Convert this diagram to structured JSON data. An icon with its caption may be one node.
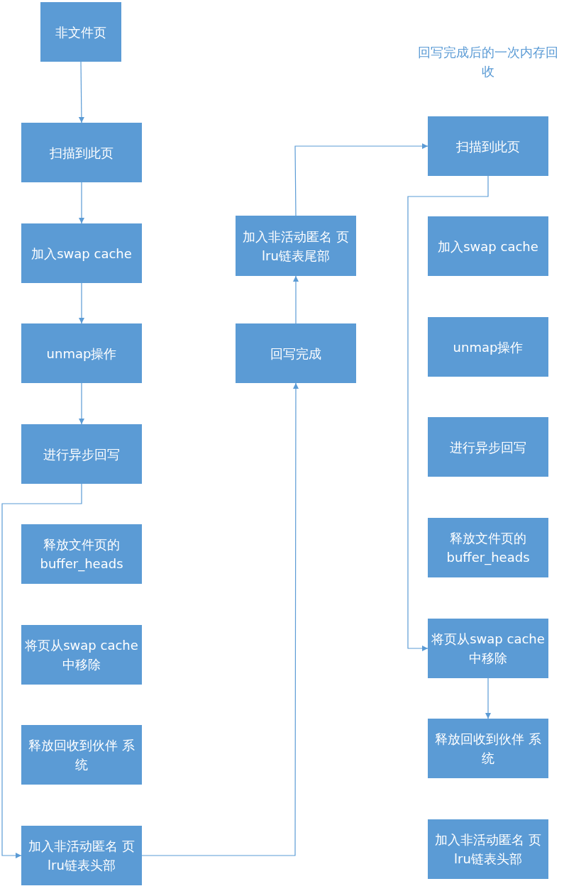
{
  "diagram": {
    "nodes": [
      {
        "text": [
          "非文件页"
        ]
      },
      {
        "text": [
          "扫描到此页"
        ]
      },
      {
        "text": [
          "加入swap cache"
        ]
      },
      {
        "text": [
          "unmap操作"
        ]
      },
      {
        "text": [
          "进行异步回写"
        ]
      },
      {
        "text": [
          "释放文件页的 buffer_heads"
        ]
      },
      {
        "text": [
          "将页从swap cache 中移除"
        ]
      },
      {
        "text": [
          "释放回收到伙伴 系统"
        ]
      },
      {
        "text": [
          "加入非活动匿名 页lru链表头部"
        ]
      },
      {
        "text": [
          "回写完成"
        ]
      },
      {
        "text": [
          "加入非活动匿名 页lru链表尾部"
        ]
      },
      {
        "text": [
          "扫描到此页"
        ]
      },
      {
        "text": [
          "加入swap cache"
        ]
      },
      {
        "text": [
          "unmap操作"
        ]
      },
      {
        "text": [
          "进行异步回写"
        ]
      },
      {
        "text": [
          "释放文件页的 buffer_heads"
        ]
      },
      {
        "text": [
          "将页从swap cache 中移除"
        ]
      },
      {
        "text": [
          "释放回收到伙伴 系统"
        ]
      },
      {
        "text": [
          "加入非活动匿名 页lru链表头部"
        ]
      }
    ],
    "edges": [
      {
        "from": 0,
        "to": 1,
        "arrow": "to"
      },
      {
        "from": 1,
        "to": 2,
        "arrow": "to"
      },
      {
        "from": 2,
        "to": 3,
        "arrow": "to"
      },
      {
        "from": 3,
        "to": 4,
        "arrow": "to"
      },
      {
        "from": 4,
        "to": 8,
        "arrow": "to"
      },
      {
        "from": 8,
        "to": 9,
        "arrow": "to"
      },
      {
        "from": 9,
        "to": 10,
        "arrow": "to"
      },
      {
        "from": 10,
        "to": 11,
        "arrow": "to"
      },
      {
        "from": 11,
        "to": 16,
        "arrow": "to"
      },
      {
        "from": 16,
        "to": 17,
        "arrow": "to"
      }
    ],
    "labels": [
      "回写完成后的一次内存回收"
    ]
  }
}
